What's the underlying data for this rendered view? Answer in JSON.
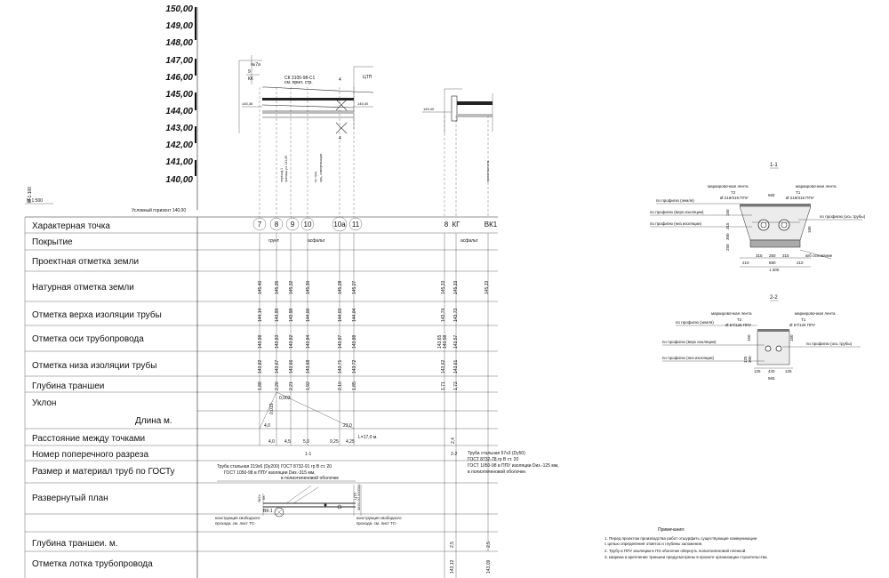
{
  "scale": {
    "vertical": "М 1:100",
    "horizontal": "М 1:500",
    "ticks": [
      "150,00",
      "149,00",
      "148,00",
      "147,00",
      "146,00",
      "145,00",
      "144,00",
      "143,00",
      "142,00",
      "141,00",
      "140,00"
    ],
    "horizon": "Условный горизонт 140,00"
  },
  "profile": {
    "ref_left_1": "№7а",
    "ref_left_2": "КК",
    "ref_left_3": "9",
    "ck_ref": "СК 3105-98-С1",
    "ck_note": "см. прил. стр.",
    "ctp": "ЦТП",
    "mark4a": "4",
    "mark4b": "4",
    "elev_left": "145,36",
    "elev_right": "145,40",
    "elev_right2": "145,40",
    "vlabels": [
      "переход 1",
      "граница уч. 141,00",
      "тр. сущ.",
      "сущ. коммуникации",
      "проектные отм."
    ]
  },
  "row_labels": [
    "Характерная точка",
    "Покрытие",
    "Проектная отметка земли",
    "Натурная отметка земли",
    "Отметка верха изоляции трубы",
    "Отметка оси трубопровода",
    "Отметка низа изоляции трубы",
    "Глубина траншеи",
    "Уклон",
    "Длина м.",
    "Расстояние между точками",
    "Номер поперечного разреза",
    "Размер и материал труб по ГОСТу",
    "Развернутый план",
    "Глубина траншеи.  м.",
    "Отметка лотка трубопровода"
  ],
  "points": {
    "left": [
      "7",
      "8",
      "9",
      "10",
      "10а",
      "11"
    ],
    "right": [
      "8",
      "КГ"
    ],
    "bk": "ВК1"
  },
  "cover": {
    "c1": "грунт",
    "c2": "асфальт",
    "c3": "асфальт"
  },
  "columns": {
    "natural": [
      "145,40",
      "145,36",
      "145,32",
      "145,30",
      "145,28",
      "145,27",
      "145,33",
      "145,33",
      "145,33"
    ],
    "top_ins": [
      "144,14",
      "143,99",
      "143,98",
      "144,00",
      "144,03",
      "144,04",
      "143,74",
      "143,73"
    ],
    "axis": [
      "143,98",
      "143,83",
      "143,82",
      "143,84",
      "143,87",
      "143,88",
      "143,65",
      "143,58",
      "143,57"
    ],
    "bottom_ins": [
      "143,82",
      "143,67",
      "143,66",
      "143,68",
      "143,71",
      "143,72",
      "143,62",
      "143,61"
    ],
    "depth": [
      "1,88",
      "2,26",
      "2,21",
      "1,92",
      "2,10",
      "1,85",
      "1,71",
      "1,72"
    ]
  },
  "slope": {
    "s1": "0,019",
    "s2": "0,003",
    "len1": "4,0",
    "len2": "23,0"
  },
  "distances": [
    "4,0",
    "4,5",
    "5,0",
    "9,25",
    "4,25"
  ],
  "dist_total": "L=17,0 м.",
  "dist_right": "2,4",
  "sections": {
    "s1": "1-1",
    "s2": "2-2"
  },
  "pipes": {
    "left": [
      "Труба стальная 219х6 (Dy200) ГОСТ 8732-91 гр В ст. 20",
      "ГОСТ  1050-98  в ППУ изоляции Dиз.-315 мм,",
      "в полиэтиленовой оболочке"
    ],
    "right": [
      "Труба стальная 57х3 (Dy50)",
      "ГОСТ 8732-78 гр В ст. 20",
      "ГОСТ 1050-98 в ППУ изоляции Dиз.-125 мм,",
      "в полиэтиленовой оболочке."
    ]
  },
  "plan": {
    "bk": "ВК-1",
    "kk": "КК",
    "n7a": "№7а",
    "ctp": "ЦТП",
    "ref": "0820-00-000000",
    "note1": [
      "конструкция свободного",
      "прохода, см. лист ТС-"
    ],
    "note2": [
      "конструкция свободного",
      "прохода, см. лист ТС-"
    ]
  },
  "bottom": {
    "depth1": "2,5",
    "depth2": "2,5",
    "lotok1": "143,12",
    "lotok2": "143,09"
  },
  "section11": {
    "title": "1-1",
    "tape_l": "маркировочная лента",
    "tape_r": "маркировочная лента",
    "t2": "Т2",
    "t1": "Т1",
    "d_l": "Ø 219/315 ППУ",
    "d_r": "Ø 219/315 ППУ",
    "gap": "565",
    "ground": "по профилю (земля)",
    "top": "по профилю (верх изоляции)",
    "bot": "по профилю (низ изоляции)",
    "axis": "по профилю (ось трубы)",
    "base": "ж/б основание",
    "dims_left": [
      "250",
      "300",
      "315"
    ],
    "d150": "150",
    "d160": "160",
    "dims_bottom": [
      "315",
      "250",
      "315"
    ],
    "d880": "880",
    "d210": "210",
    "d210b": "210",
    "total": "1 300"
  },
  "section22": {
    "title": "2-2",
    "tape_l": "маркировочная лента",
    "tape_r": "маркировочная лента",
    "t2": "Т2",
    "t1": "Т1",
    "d_l": "Ø 57/125 ППУ",
    "d_r": "Ø 57/125 ППУ",
    "ground": "по профилю (земля)",
    "top": "по профилю (верх изоляции)",
    "axis": "по профилю (ось трубы)",
    "bot": "по профилю (низ изоляции)",
    "d150": "150",
    "d150b": "150",
    "dims_left": [
      "125",
      "300"
    ],
    "d125": "125",
    "d440": "440",
    "d125b": "125",
    "total": "565"
  },
  "notes": {
    "title": "Примечания:",
    "items": [
      "1. Перед проектом производства работ отшурфить существующие коммуникации",
      "   с целью определения отметок и глубины заложения.",
      "2. Трубу в ППУ изоляции в ПЭ оболочке обернуть полиэтиленовой пленкой.",
      "3. Ширина и крепление траншеи предусмотрены в проекте организации строительства."
    ]
  }
}
